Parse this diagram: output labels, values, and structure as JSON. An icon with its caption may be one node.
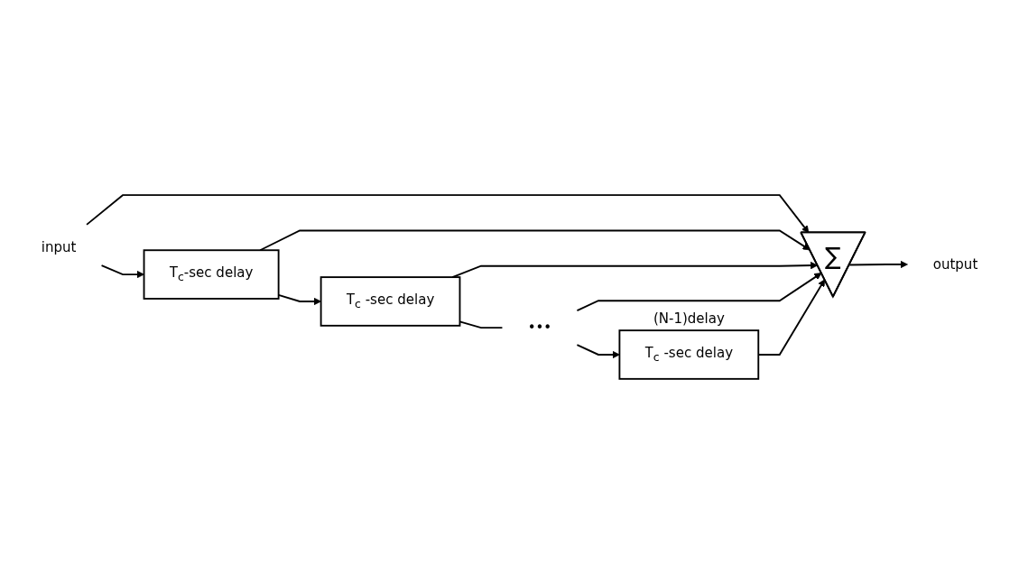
{
  "diagram": {
    "nodes": [
      {
        "text": [
          "input"
        ]
      },
      {
        "text": [
          "T$_{c}$-sec delay"
        ]
      },
      {
        "text": [
          "T$_{c}$ -sec delay"
        ]
      },
      {
        "text": [
          "•••"
        ]
      },
      {
        "text": [
          "T$_{c}$ -sec delay"
        ],
        "beside": [
          "(N-1)delay"
        ]
      },
      {
        "text": [
          "∑"
        ]
      },
      {
        "text": [
          "output"
        ]
      }
    ],
    "edges": [
      {
        "from": 0,
        "to": 1,
        "arrow": "to"
      },
      {
        "from": 0,
        "to": 5,
        "arrow": "to"
      },
      {
        "from": 1,
        "to": 2,
        "arrow": "to"
      },
      {
        "from": 1,
        "to": 5,
        "arrow": "to"
      },
      {
        "from": 2,
        "to": 3,
        "arrow": "none"
      },
      {
        "from": 2,
        "to": 5,
        "arrow": "to"
      },
      {
        "from": 3,
        "to": 4,
        "arrow": "to"
      },
      {
        "from": 3,
        "to": 5,
        "arrow": "to"
      },
      {
        "from": 4,
        "to": 5,
        "arrow": "to"
      },
      {
        "from": 5,
        "to": 6,
        "arrow": "to"
      }
    ]
  }
}
